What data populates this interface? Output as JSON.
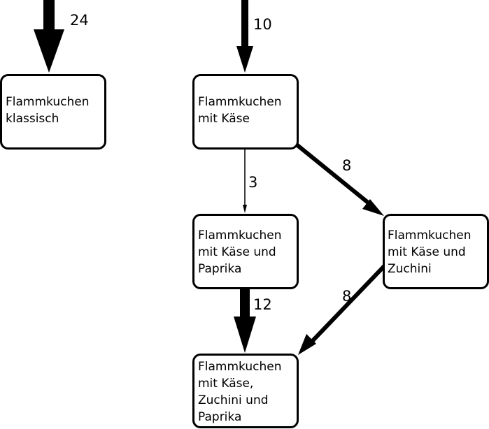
{
  "nodes": [
    {
      "id": "klassisch",
      "lines": [
        "Flammkuchen",
        "klassisch"
      ]
    },
    {
      "id": "kaese",
      "lines": [
        "Flammkuchen",
        "mit Käse"
      ]
    },
    {
      "id": "kaese_paprika",
      "lines": [
        "Flammkuchen",
        "mit Käse und",
        "Paprika"
      ]
    },
    {
      "id": "kaese_zuchini",
      "lines": [
        "Flammkuchen",
        "mit Käse und",
        "Zuchini"
      ]
    },
    {
      "id": "kaese_zuchini_paprika",
      "lines": [
        "Flammkuchen",
        "mit Käse,",
        "Zuchini und",
        "Paprika"
      ]
    }
  ],
  "edges": [
    {
      "id": "in_klassisch",
      "from": null,
      "to": "klassisch",
      "label": "24",
      "weight": 24
    },
    {
      "id": "in_kaese",
      "from": null,
      "to": "kaese",
      "label": "10",
      "weight": 10
    },
    {
      "id": "kaese_to_paprika",
      "from": "kaese",
      "to": "kaese_paprika",
      "label": "3",
      "weight": 3
    },
    {
      "id": "kaese_to_zuchini",
      "from": "kaese",
      "to": "kaese_zuchini",
      "label": "8",
      "weight": 8
    },
    {
      "id": "paprika_to_all",
      "from": "kaese_paprika",
      "to": "kaese_zuchini_paprika",
      "label": "12",
      "weight": 12
    },
    {
      "id": "zuchini_to_all",
      "from": "kaese_zuchini",
      "to": "kaese_zuchini_paprika",
      "label": "8",
      "weight": 8
    }
  ]
}
